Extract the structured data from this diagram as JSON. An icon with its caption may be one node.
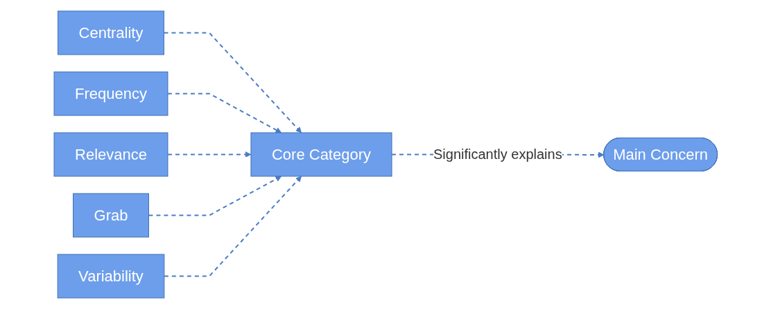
{
  "diagram": {
    "nodes": [
      {
        "text": [
          "Centrality"
        ]
      },
      {
        "text": [
          "Frequency"
        ]
      },
      {
        "text": [
          "Relevance"
        ]
      },
      {
        "text": [
          "Grab"
        ]
      },
      {
        "text": [
          "Variability"
        ]
      },
      {
        "text": [
          "Core Category"
        ]
      },
      {
        "text": [
          "Main Concern"
        ]
      }
    ],
    "edges": [
      {
        "from": 0,
        "to": 5,
        "arrow": "to",
        "style": "dashed"
      },
      {
        "from": 1,
        "to": 5,
        "arrow": "to",
        "style": "dashed"
      },
      {
        "from": 2,
        "to": 5,
        "arrow": "to",
        "style": "dashed"
      },
      {
        "from": 3,
        "to": 5,
        "arrow": "to",
        "style": "dashed"
      },
      {
        "from": 4,
        "to": 5,
        "arrow": "to",
        "style": "dashed"
      },
      {
        "from": 5,
        "to": 6,
        "arrow": "to",
        "style": "dashed",
        "label": "Significantly explains"
      }
    ]
  }
}
